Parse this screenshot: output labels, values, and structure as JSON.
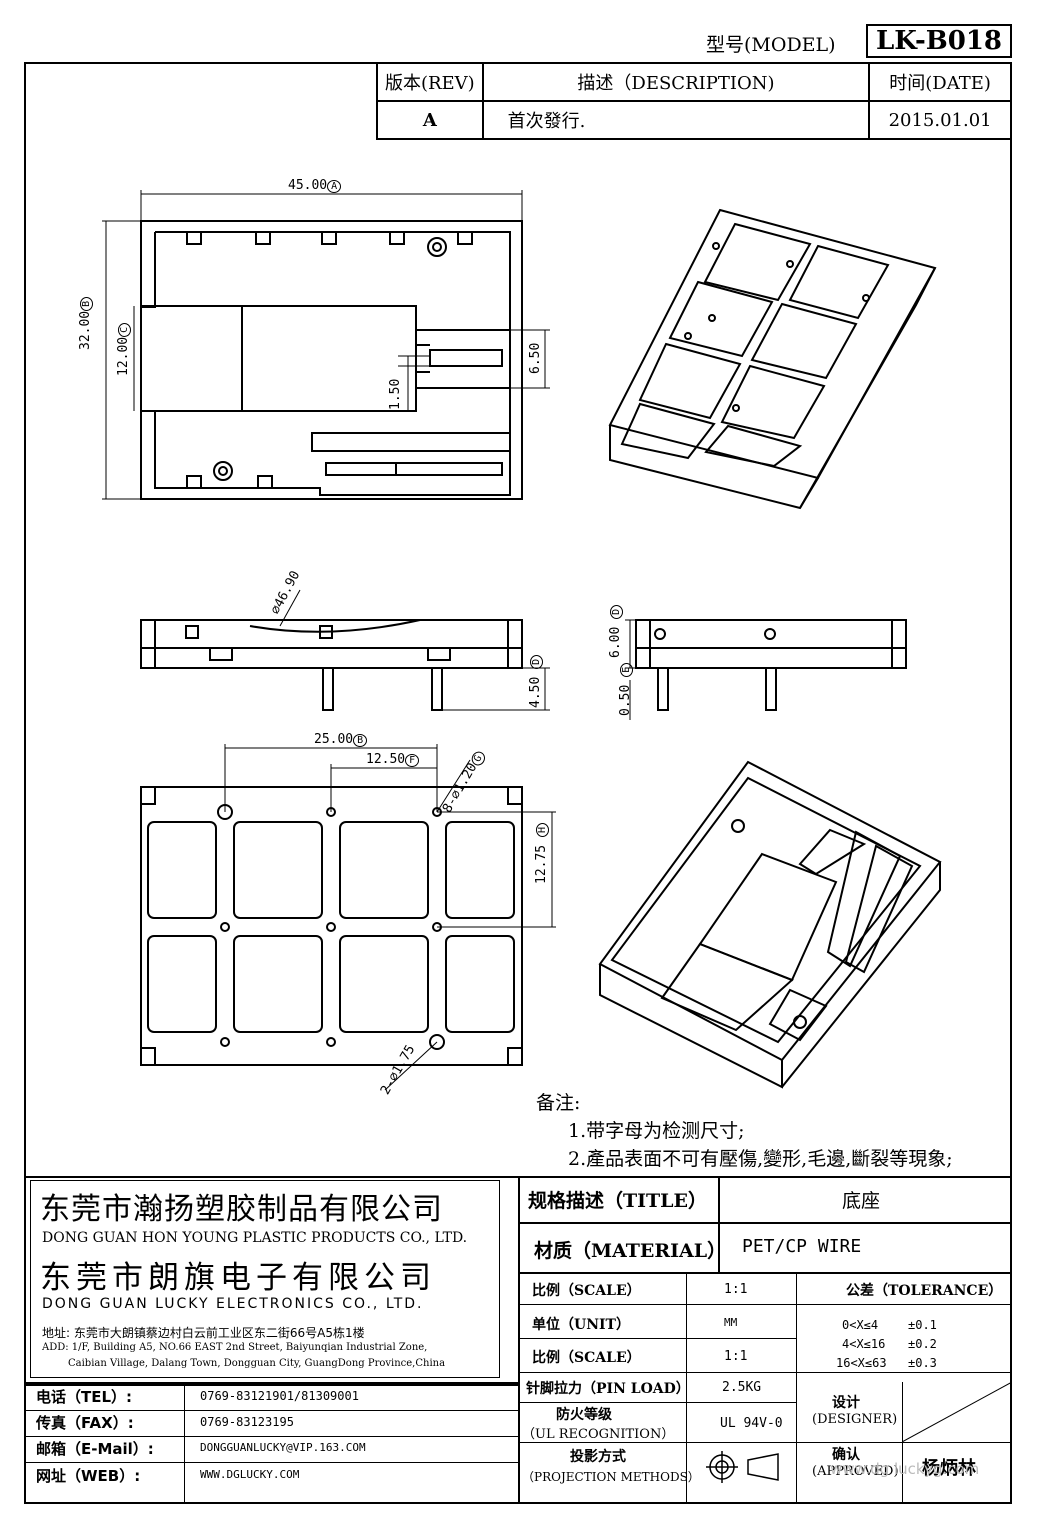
{
  "header": {
    "model_label": "型号(MODEL)",
    "model_value": "LK-B018"
  },
  "revision": {
    "col_rev": "版本(REV)",
    "col_desc": "描述（DESCRIPTION)",
    "col_date": "时间(DATE)",
    "rows": [
      {
        "rev": "A",
        "desc": "首次發行.",
        "date": "2015.01.01"
      }
    ]
  },
  "dimensions": {
    "width": "45.00",
    "width_tag": "A",
    "height": "32.00",
    "height_tag": "B",
    "inner_height": "12.00",
    "inner_height_tag": "C",
    "slot_gap": "1.50",
    "slot_height": "6.50",
    "arc": "⌀46.90",
    "body_height": "6.00",
    "body_height_tag": "D",
    "pin_length": "4.50",
    "pin_length_tag": "D",
    "base_offset": "0.50",
    "base_offset_tag": "E",
    "pin_span": "25.00",
    "pin_span_tag": "B",
    "pin_pitch": "12.50",
    "pin_pitch_tag": "F",
    "pin_hole": "8-⌀1.20",
    "pin_hole_tag": "G",
    "row_pitch": "12.75",
    "row_pitch_tag": "H",
    "post_hole": "2-⌀1.75"
  },
  "notes": {
    "title": "备注:",
    "items": [
      "1.带字母为检测尺寸;",
      "2.產品表面不可有壓傷,變形,毛邊,斷裂等現象;"
    ]
  },
  "company": {
    "name_cn_1": "东莞市瀚扬塑胶制品有限公司",
    "name_en_1": "DONG GUAN HON YOUNG PLASTIC PRODUCTS CO., LTD.",
    "name_cn_2": "东莞市朗旗电子有限公司",
    "name_en_2": "DONG GUAN LUCKY ELECTRONICS CO., LTD.",
    "address_cn": "地址: 东莞市大朗镇蔡边村白云前工业区东二街66号A5栋1楼",
    "address_en_1": "ADD: 1/F, Building A5, NO.66 EAST 2nd Street, Baiyunqian Industrial Zone,",
    "address_en_2": "Caibian Village, Dalang Town, Dongguan City, GuangDong Province,China"
  },
  "contact": [
    {
      "label": "电话（TEL）:",
      "value": "0769-83121901/81309001"
    },
    {
      "label": "传真（FAX）:",
      "value": "0769-83123195"
    },
    {
      "label": "邮箱（E-Mail）:",
      "value": "DONGGUANLUCKY@VIP.163.COM"
    },
    {
      "label": "网址（WEB）:",
      "value": "WWW.DGLUCKY.COM"
    }
  ],
  "spec": {
    "title_label": "规格描述（TITLE）",
    "title_value": "底座",
    "material_label": "材质（MATERIAL）",
    "material_value": "PET/CP WIRE",
    "scale_label": "比例（SCALE）",
    "scale_value": "1:1",
    "unit_label": "单位（UNIT）",
    "unit_value": "MM",
    "scale2_label": "比例（SCALE）",
    "scale2_value": "1:1",
    "pinload_label": "针脚拉力（PIN LOAD）",
    "pinload_value": "2.5KG",
    "ul_label_1": "防火等级",
    "ul_label_2": "（UL RECOGNITION）",
    "ul_value": "UL 94V-0",
    "proj_label_1": "投影方式",
    "proj_label_2": "（PROJECTION METHODS）",
    "tolerance_label": "公差（TOLERANCE）",
    "tolerance": [
      {
        "range": "0<X≤4",
        "value": "±0.1"
      },
      {
        "range": "4<X≤16",
        "value": "±0.2"
      },
      {
        "range": "16<X≤63",
        "value": "±0.3"
      }
    ],
    "designer_label_1": "设计",
    "designer_label_2": "(DESIGNER)",
    "approved_label_1": "确认",
    "approved_label_2": "(APPROVED)",
    "approved_value": "杨炳林"
  },
  "watermark": "www.dg luckyg.com"
}
